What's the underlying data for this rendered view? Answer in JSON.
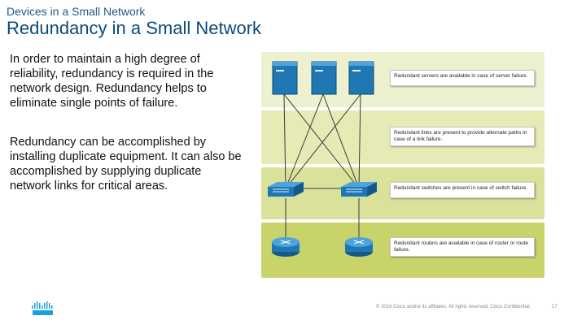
{
  "header": {
    "subtitle": "Devices in a Small Network",
    "title": "Redundancy in a Small Network"
  },
  "content": {
    "para1": "In order to maintain a high degree of reliability, redundancy is required in the network design. Redundancy helps to eliminate single points of failure.",
    "para2": "Redundancy can be accomplished by installing duplicate equipment. It can also be accomplished by supplying duplicate network links for critical areas."
  },
  "diagram": {
    "callouts": [
      "Redundant servers are available in case of server failure.",
      "Redundant links are present to provide alternate paths in case of a link failure.",
      "Redundant switches are present in case of switch failure.",
      "Redundant routers are available in case of router or route failure."
    ],
    "colors": {
      "band_top": "#eef1cf",
      "band_mid": "#e6ebb6",
      "band_switch": "#d9e19a",
      "band_router": "#c8d36a",
      "device": "#1f78b4"
    }
  },
  "footer": {
    "copyright": "© 2016 Cisco and/or its affiliates. All rights reserved. Cisco Confidential",
    "page": "17",
    "logo": "cisco-logo"
  }
}
